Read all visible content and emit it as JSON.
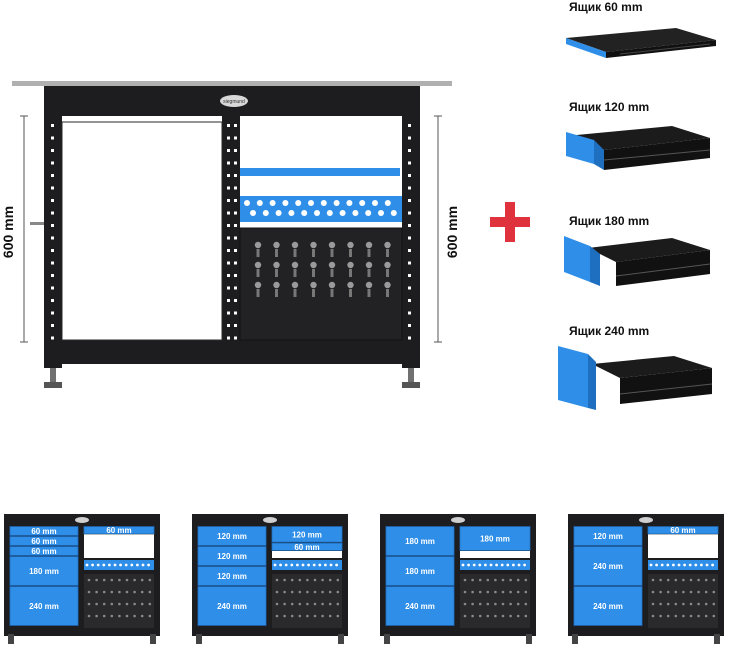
{
  "main_bench": {
    "brand": "siegmund",
    "height_left": "600 mm",
    "height_right": "600 mm"
  },
  "drawers": [
    {
      "label": "Ящик 60 mm"
    },
    {
      "label": "Ящик 120 mm"
    },
    {
      "label": "Ящик 180 mm"
    },
    {
      "label": "Ящик 240 mm"
    }
  ],
  "configs": [
    {
      "left": [
        "60 mm",
        "60 mm",
        "60 mm",
        "180 mm",
        "240 mm"
      ],
      "right": [
        "60 mm"
      ]
    },
    {
      "left": [
        "120 mm",
        "120 mm",
        "120 mm",
        "240 mm"
      ],
      "right": [
        "120 mm",
        "60 mm"
      ]
    },
    {
      "left": [
        "180 mm",
        "180 mm",
        "240 mm"
      ],
      "right": [
        "180 mm"
      ]
    },
    {
      "left": [
        "120 mm",
        "240 mm",
        "240 mm"
      ],
      "right": [
        "60 mm"
      ]
    }
  ],
  "colors": {
    "frame": "#1d1d1f",
    "blue": "#2f8fe8",
    "blue_dark": "#1f6fc0",
    "plus": "#e0323c",
    "top": "#a8a8a8"
  }
}
